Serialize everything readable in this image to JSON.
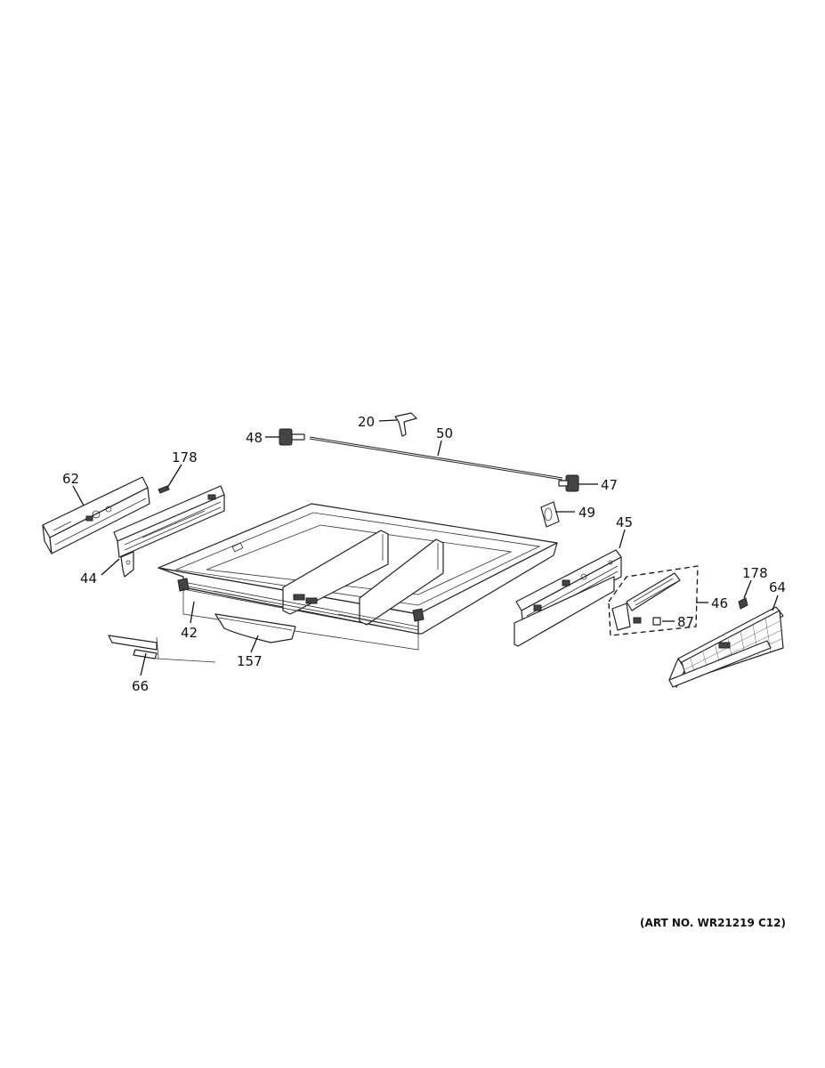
{
  "callouts": {
    "c20": "20",
    "c48": "48",
    "c50": "50",
    "c178a": "178",
    "c62": "62",
    "c47": "47",
    "c49": "49",
    "c45": "45",
    "c44": "44",
    "c42": "42",
    "c157": "157",
    "c66": "66",
    "c178b": "178",
    "c64": "64",
    "c46": "46",
    "c87": "87"
  },
  "art_number": "(ART NO. WR21219 C12)"
}
